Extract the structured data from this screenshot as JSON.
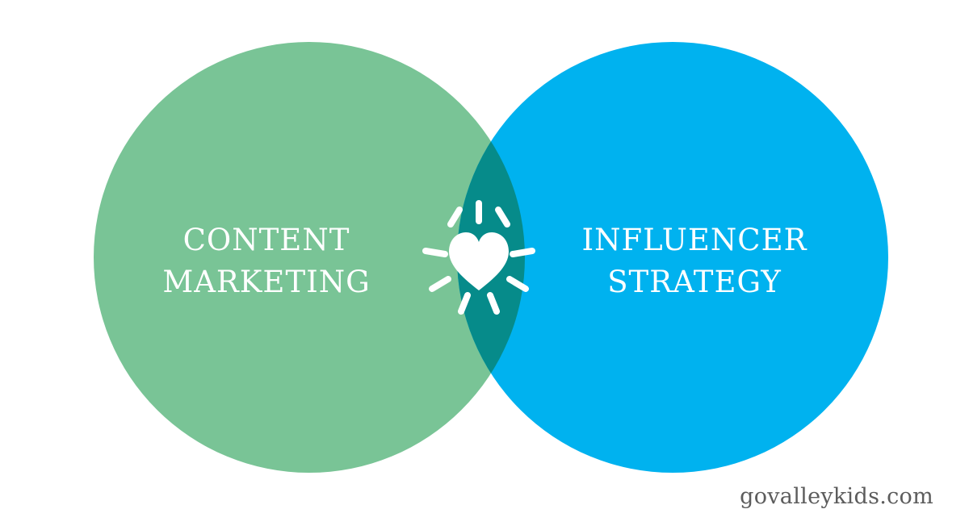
{
  "diagram": {
    "type": "venn",
    "circles": [
      {
        "id": "content-marketing",
        "lines": [
          "CONTENT",
          "MARKETING"
        ],
        "color": "#79c496"
      },
      {
        "id": "influencer-strategy",
        "lines": [
          "INFLUENCER",
          "STRATEGY"
        ],
        "color": "#00b2ef"
      }
    ],
    "overlap": {
      "color": "#068b8a",
      "icon": "heart-burst-icon",
      "icon_color": "#ffffff"
    }
  },
  "watermark": {
    "text": "govalleykids.com"
  }
}
